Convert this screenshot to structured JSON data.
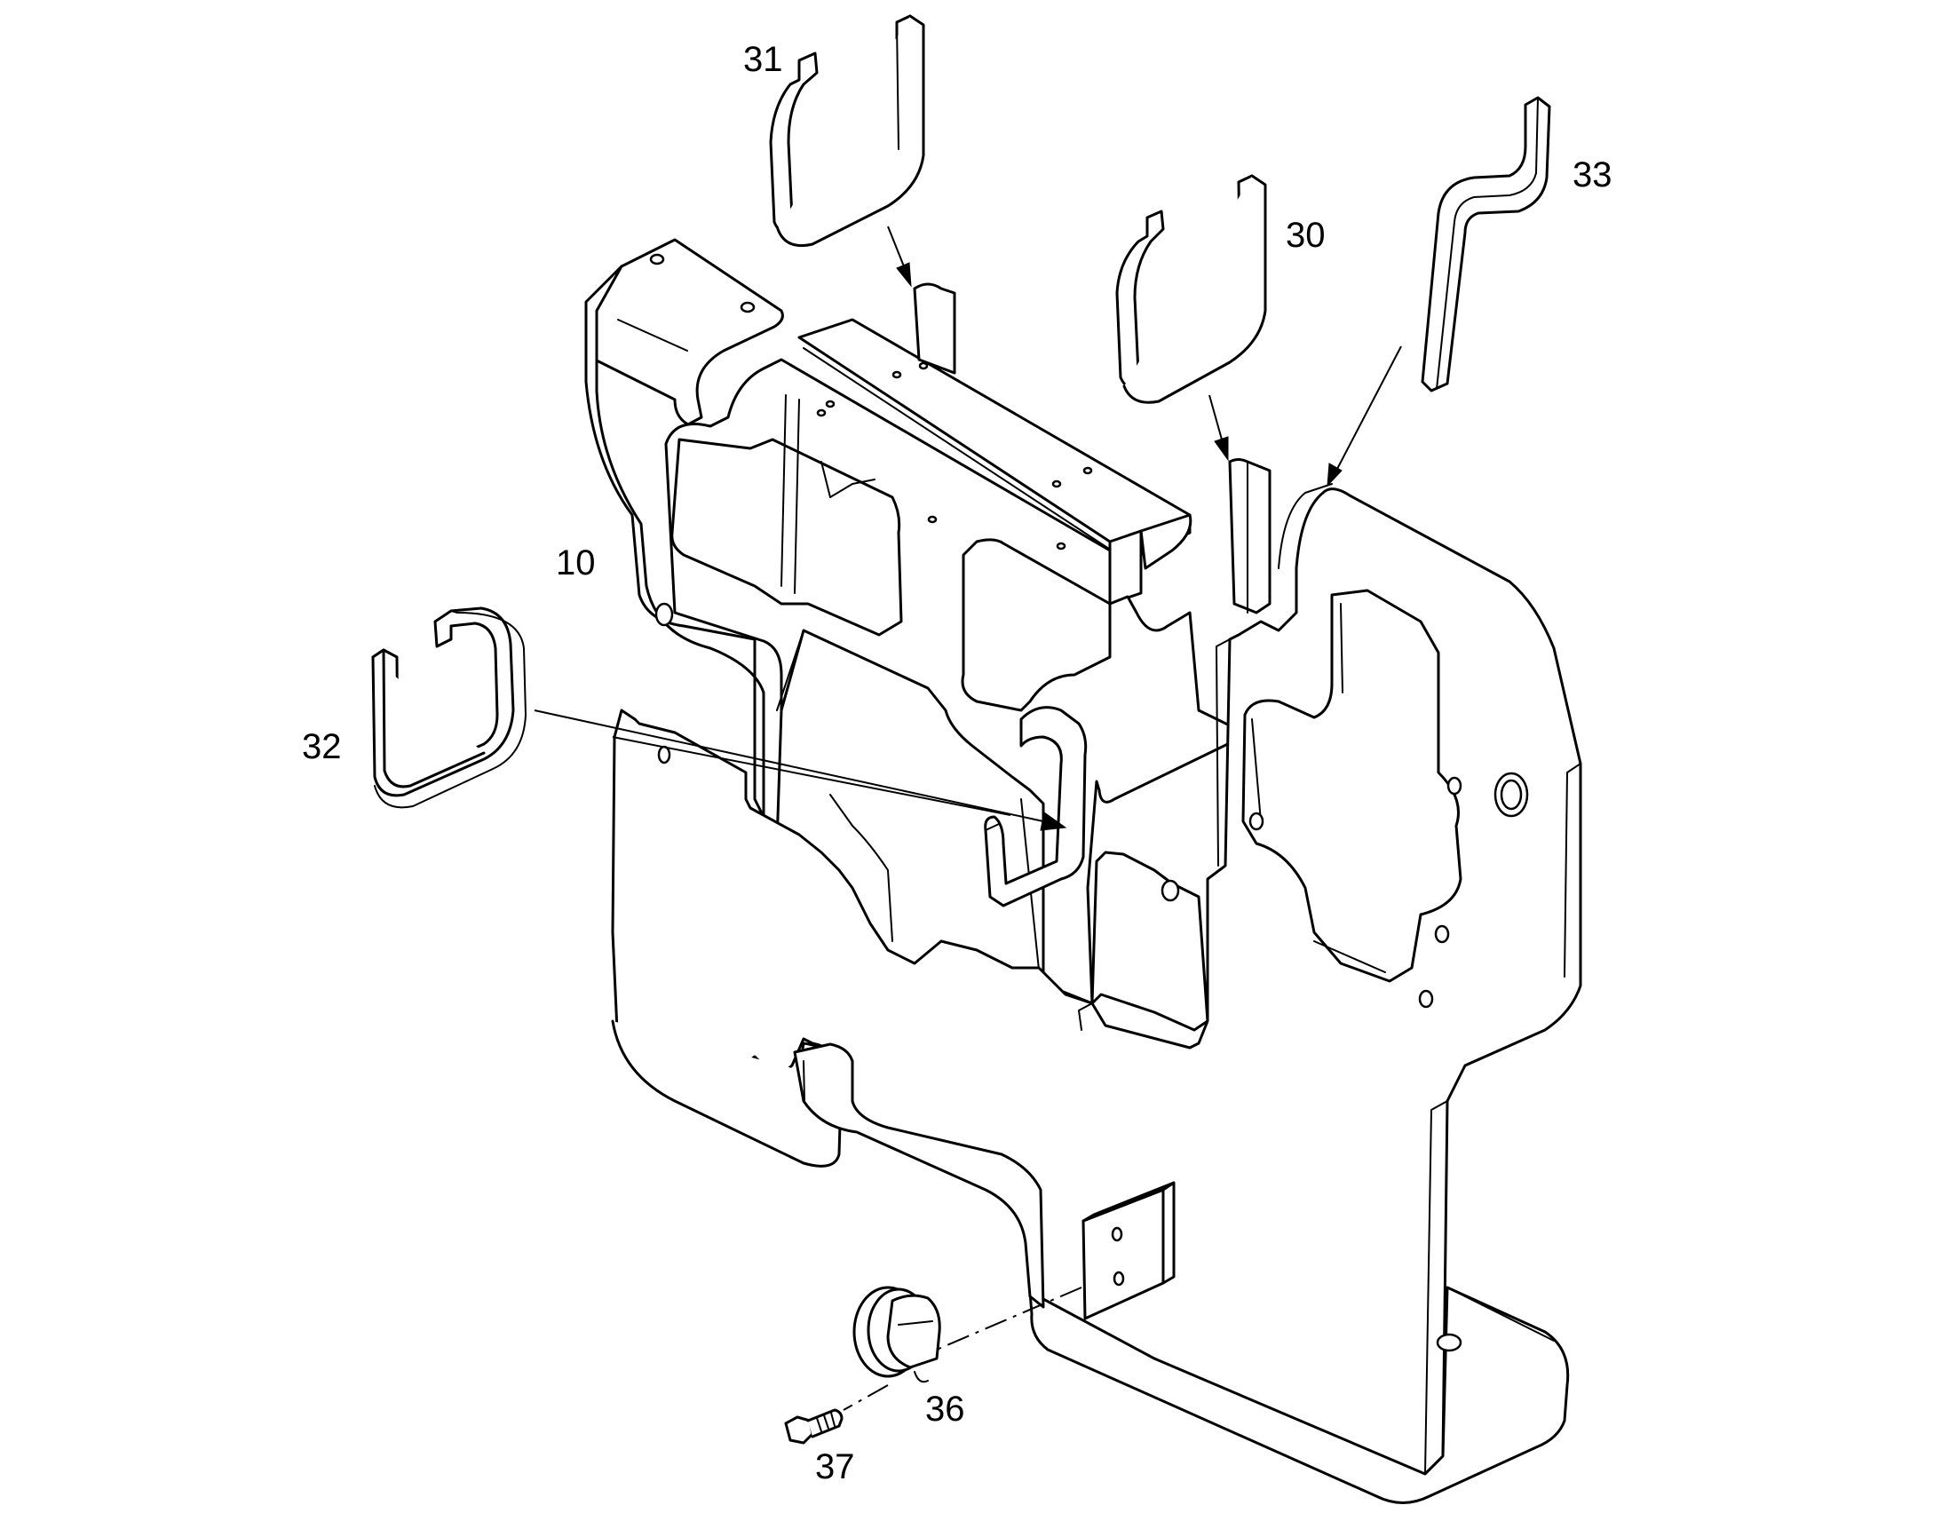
{
  "figure": {
    "callouts": {
      "c10": "10",
      "c30": "30",
      "c31": "31",
      "c32": "32",
      "c33": "33",
      "c36": "36",
      "c37": "37"
    },
    "line_color": "#000000",
    "background_color": "#ffffff"
  }
}
